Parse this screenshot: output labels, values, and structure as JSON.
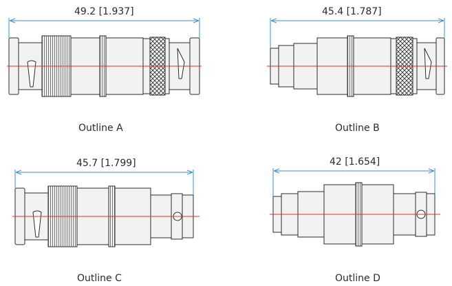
{
  "outlines": [
    {
      "dimension": "49.2 [1.937]",
      "label": "Outline A"
    },
    {
      "dimension": "45.4 [1.787]",
      "label": "Outline B"
    },
    {
      "dimension": "45.7 [1.799]",
      "label": "Outline C"
    },
    {
      "dimension": "42 [1.654]",
      "label": "Outline D"
    }
  ],
  "colors": {
    "dimension_line": "#3a8fd0",
    "center_line": "#e0302a",
    "outline_stroke": "#2b2b2b",
    "body_fill": "#f2f2f2"
  },
  "icons": [
    "bnc-connector-outline-a",
    "bnc-connector-outline-b",
    "bnc-connector-outline-c",
    "bnc-connector-outline-d"
  ]
}
